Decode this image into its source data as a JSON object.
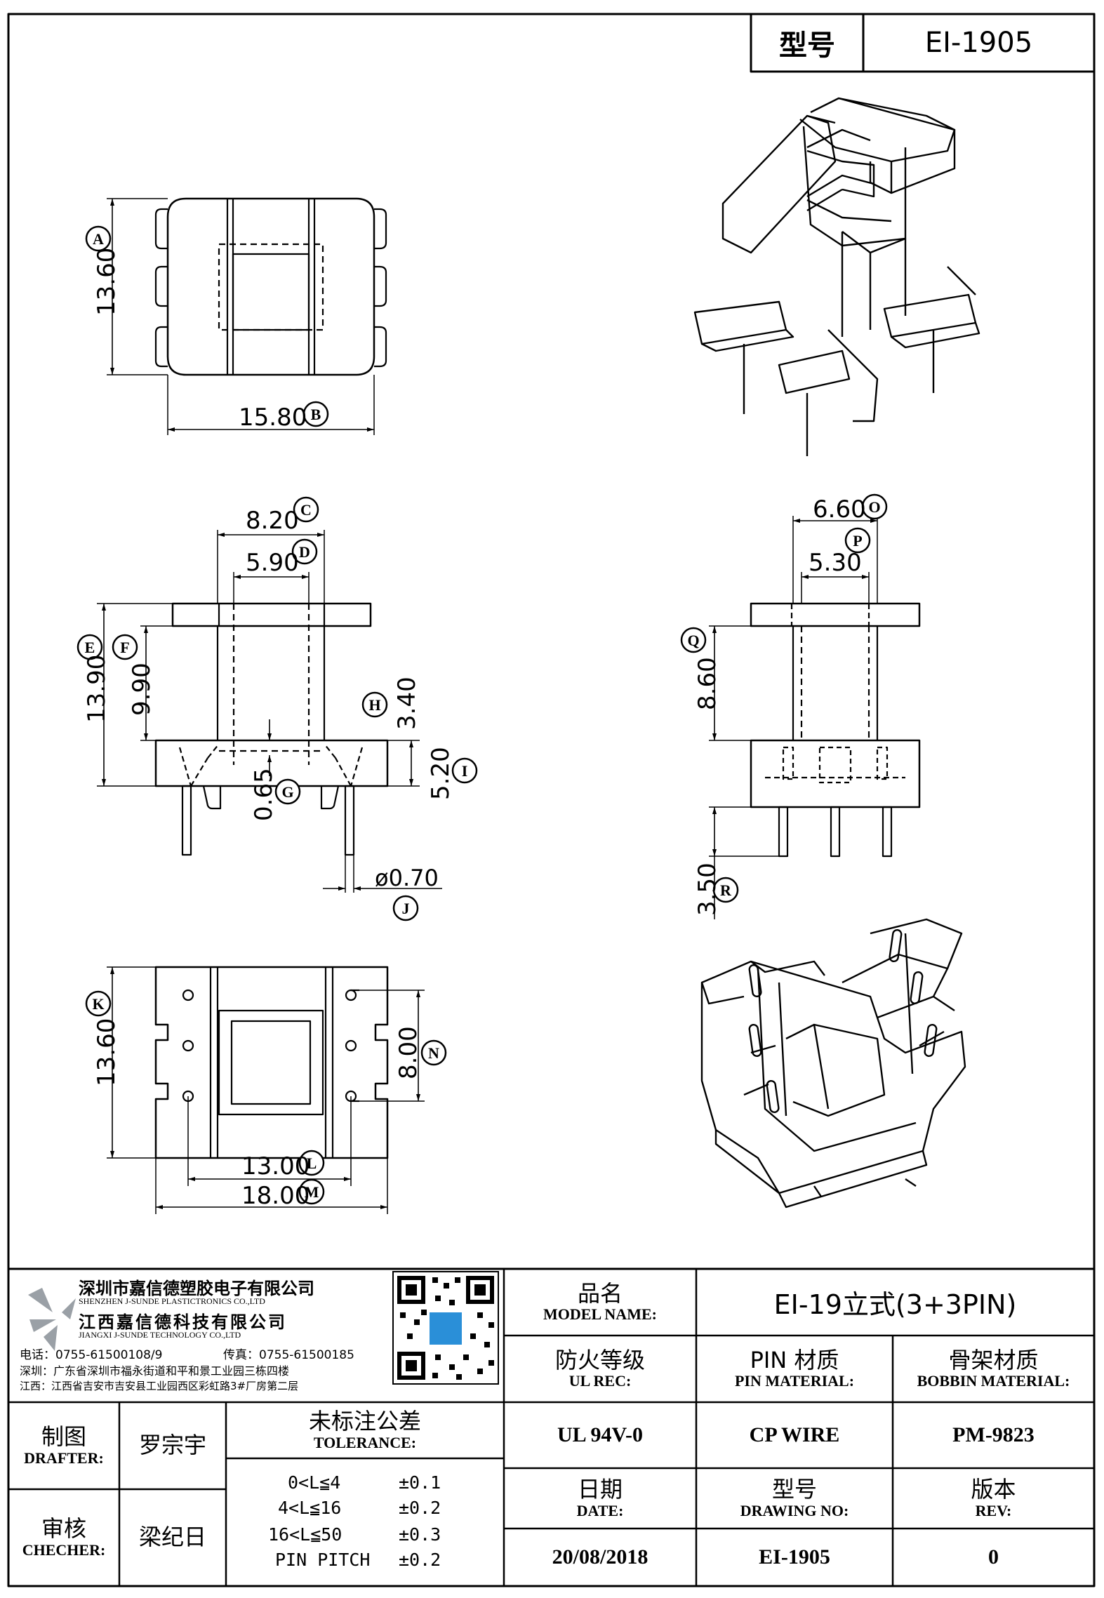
{
  "header": {
    "model_label": "型号",
    "model_value": "EI-1905"
  },
  "dimensions": {
    "A": "13.60",
    "B": "15.80",
    "C": "8.20",
    "D": "5.90",
    "E": "13.90",
    "F": "9.90",
    "G": "0.65",
    "H": "3.40",
    "I": "5.20",
    "J": "ø0.70",
    "K": "13.60",
    "L": "13.00",
    "M": "18.00",
    "N": "8.00",
    "O": "6.60",
    "P": "5.30",
    "Q": "8.60",
    "R": "3.50"
  },
  "company": {
    "name_sz": "深圳市嘉信德塑胶电子有限公司",
    "name_sz_en": "SHENZHEN J-SUNDE PLASTICTRONICS CO.,LTD",
    "name_jx": "江西嘉信德科技有限公司",
    "name_jx_en": "JIANGXI J-SUNDE TECHNOLOGY CO.,LTD",
    "phone": "电话：0755-61500108/9",
    "fax": "传真：0755-61500185",
    "addr_sz": "深圳：广东省深圳市福永街道和平和景工业园三栋四楼",
    "addr_jx": "江西：江西省吉安市吉安县工业园西区彩虹路3#厂房第二层"
  },
  "titleblock": {
    "model_name_zh": "品名",
    "model_name_en": "MODEL NAME:",
    "model_name_value": "EI-19立式(3+3PIN)",
    "ul_zh": "防火等级",
    "ul_en": "UL REC:",
    "ul_value": "UL 94V-0",
    "pin_zh": "PIN 材质",
    "pin_en": "PIN MATERIAL:",
    "pin_value": "CP WIRE",
    "bobbin_zh": "骨架材质",
    "bobbin_en": "BOBBIN MATERIAL:",
    "bobbin_value": "PM-9823",
    "date_zh": "日期",
    "date_en": "DATE:",
    "date_value": "20/08/2018",
    "drawing_zh": "型号",
    "drawing_en": "DRAWING NO:",
    "drawing_value": "EI-1905",
    "rev_zh": "版本",
    "rev_en": "REV:",
    "rev_value": "0",
    "drafter_zh": "制图",
    "drafter_en": "DRAFTER:",
    "drafter_name": "罗宗宇",
    "checker_zh": "审核",
    "checker_en": "CHECHER:",
    "checker_name": "梁纪日",
    "tolerance_zh": "未标注公差",
    "tolerance_en": "TOLERANCE:",
    "tolerances": [
      {
        "range": "0<L≦4",
        "value": "±0.1"
      },
      {
        "range": "4<L≦16",
        "value": "±0.2"
      },
      {
        "range": "16<L≦50",
        "value": "±0.3"
      },
      {
        "range": "PIN PITCH",
        "value": "±0.2"
      }
    ]
  }
}
